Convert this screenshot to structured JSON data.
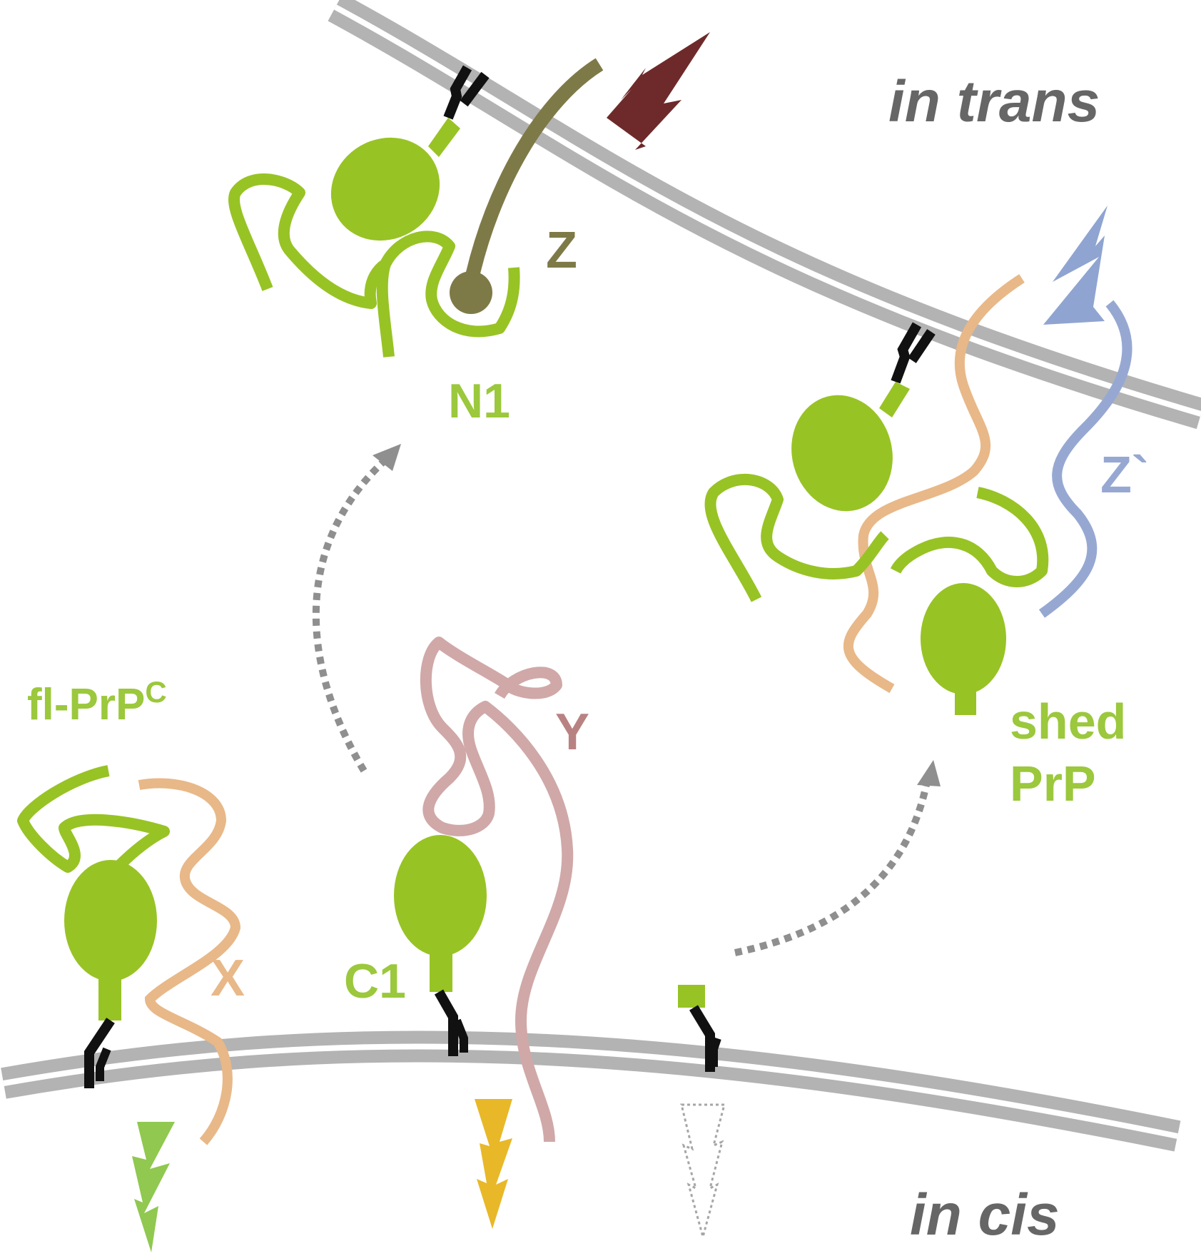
{
  "labels": {
    "in_trans": "in trans",
    "in_cis": "in cis",
    "z": "Z",
    "n1": "N1",
    "z_prime": "Z`",
    "fl_prp": "fl-PrP",
    "fl_prp_sup": "C",
    "y": "Y",
    "x": "X",
    "c1": "C1",
    "shed_1": "shed",
    "shed_2": "PrP"
  },
  "colors": {
    "membrane": "#b3b3b3",
    "prp_green": "#98c325",
    "label_green": "#9bc83c",
    "z_olive": "#7e7a48",
    "x_tan": "#e8b888",
    "y_pink": "#d0a8a8",
    "y_label": "#b98282",
    "z_prime_blue": "#96a8d2",
    "bolt_dark_red": "#6e2a2a",
    "bolt_blue": "#8fa4d0",
    "bolt_green": "#90c850",
    "bolt_yellow": "#e8b828",
    "anchor_black": "#111111",
    "arrow_gray": "#8f8f8f",
    "title_gray": "#666666"
  }
}
